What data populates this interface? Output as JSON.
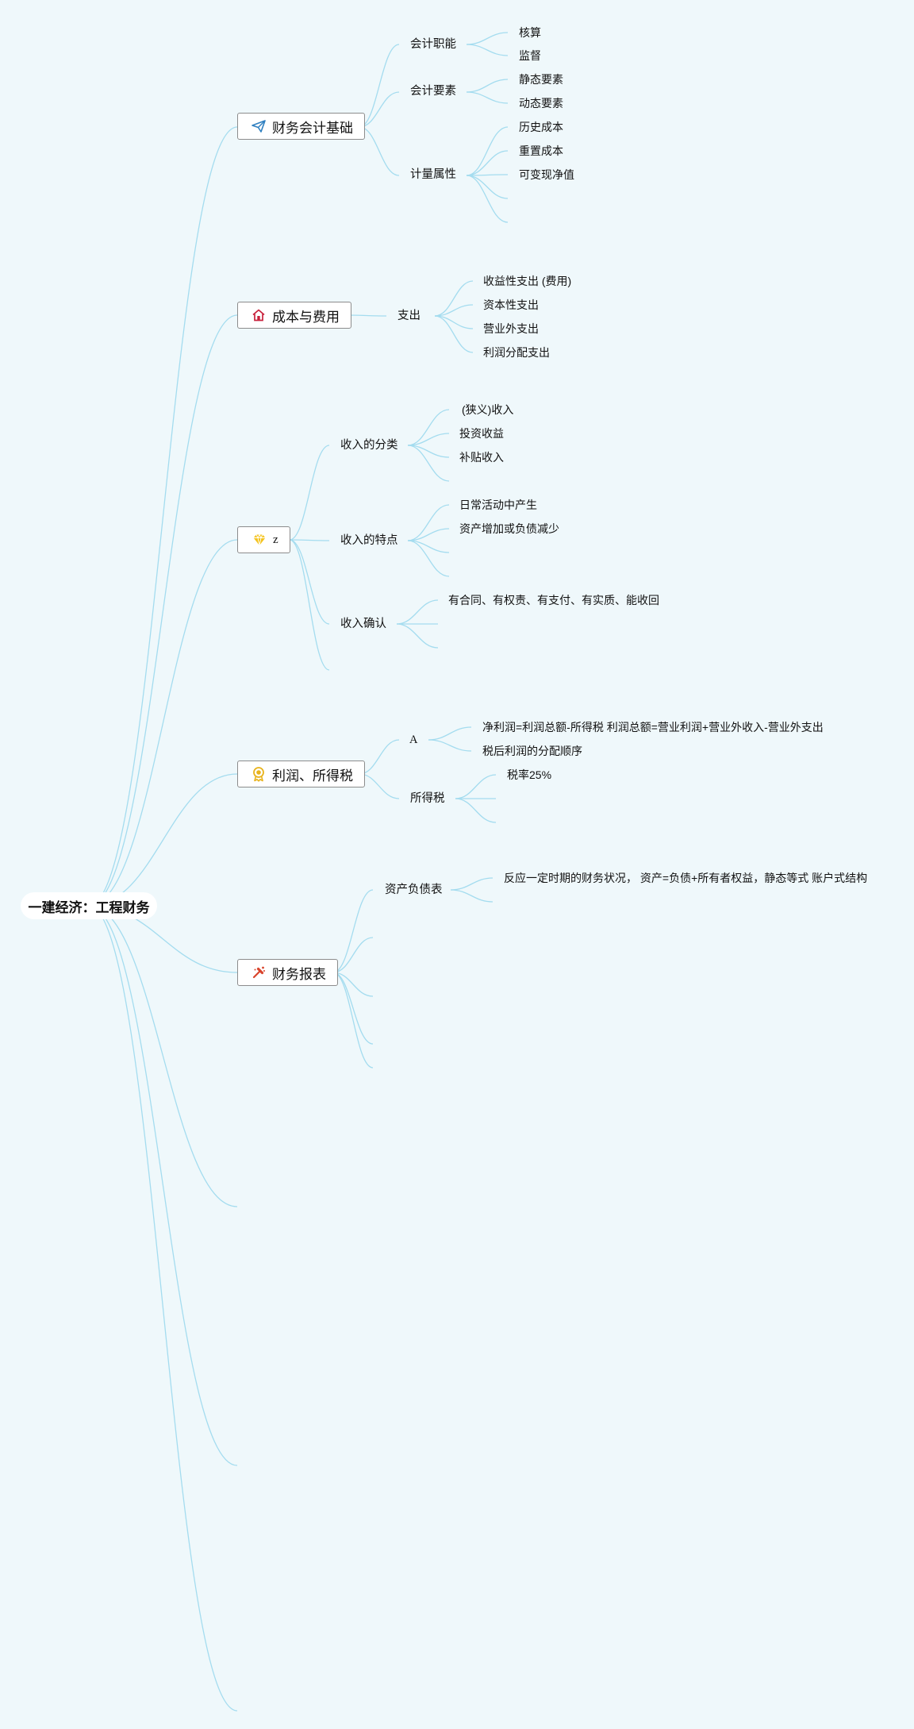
{
  "root": {
    "label": "一建经济：工程财务"
  },
  "branches": [
    {
      "label": "财务会计基础",
      "icon": "paper-plane-icon",
      "children": [
        {
          "label": "会计职能",
          "children": [
            "核算",
            "监督"
          ]
        },
        {
          "label": "会计要素",
          "children": [
            "静态要素",
            "动态要素"
          ]
        },
        {
          "label": "计量属性",
          "children": [
            "历史成本",
            "重置成本",
            "可变现净值"
          ]
        }
      ]
    },
    {
      "label": "成本与费用",
      "icon": "house-icon",
      "children": [
        {
          "label": "支出",
          "children": [
            "收益性支出 (费用)",
            "资本性支出",
            "营业外支出",
            "利润分配支出"
          ]
        }
      ]
    },
    {
      "label": "z",
      "icon": "diamond-icon",
      "children": [
        {
          "label": "收入的分类",
          "children": [
            "(狭义)收入",
            "投资收益",
            "补贴收入"
          ]
        },
        {
          "label": "收入的特点",
          "children": [
            "日常活动中产生",
            "资产增加或负债减少"
          ]
        },
        {
          "label": "收入确认",
          "children": [
            "有合同、有权责、有支付、有实质、能收回"
          ]
        }
      ]
    },
    {
      "label": "利润、所得税",
      "icon": "medal-icon",
      "children": [
        {
          "label": "A",
          "children": [
            "净利润=利润总额-所得税 利润总额=营业利润+营业外收入-营业外支出",
            "税后利润的分配顺序"
          ]
        },
        {
          "label": "所得税",
          "children": [
            "税率25%"
          ]
        }
      ]
    },
    {
      "label": "财务报表",
      "icon": "hammer-icon",
      "children": [
        {
          "label": "资产负债表",
          "children": [
            "反应一定时期的财务状况， 资产=负债+所有者权益，静态等式 账户式结构"
          ]
        }
      ]
    }
  ],
  "colors": {
    "background": "#eff8fb",
    "connector": "#a4dcef",
    "node_border": "#8c8c8c",
    "plane_icon": "#2e7fc0",
    "house_icon": "#c8213c",
    "diamond_icon": "#f4c31c",
    "medal_icon": "#e8b31c",
    "hammer_icon": "#d9442c"
  }
}
